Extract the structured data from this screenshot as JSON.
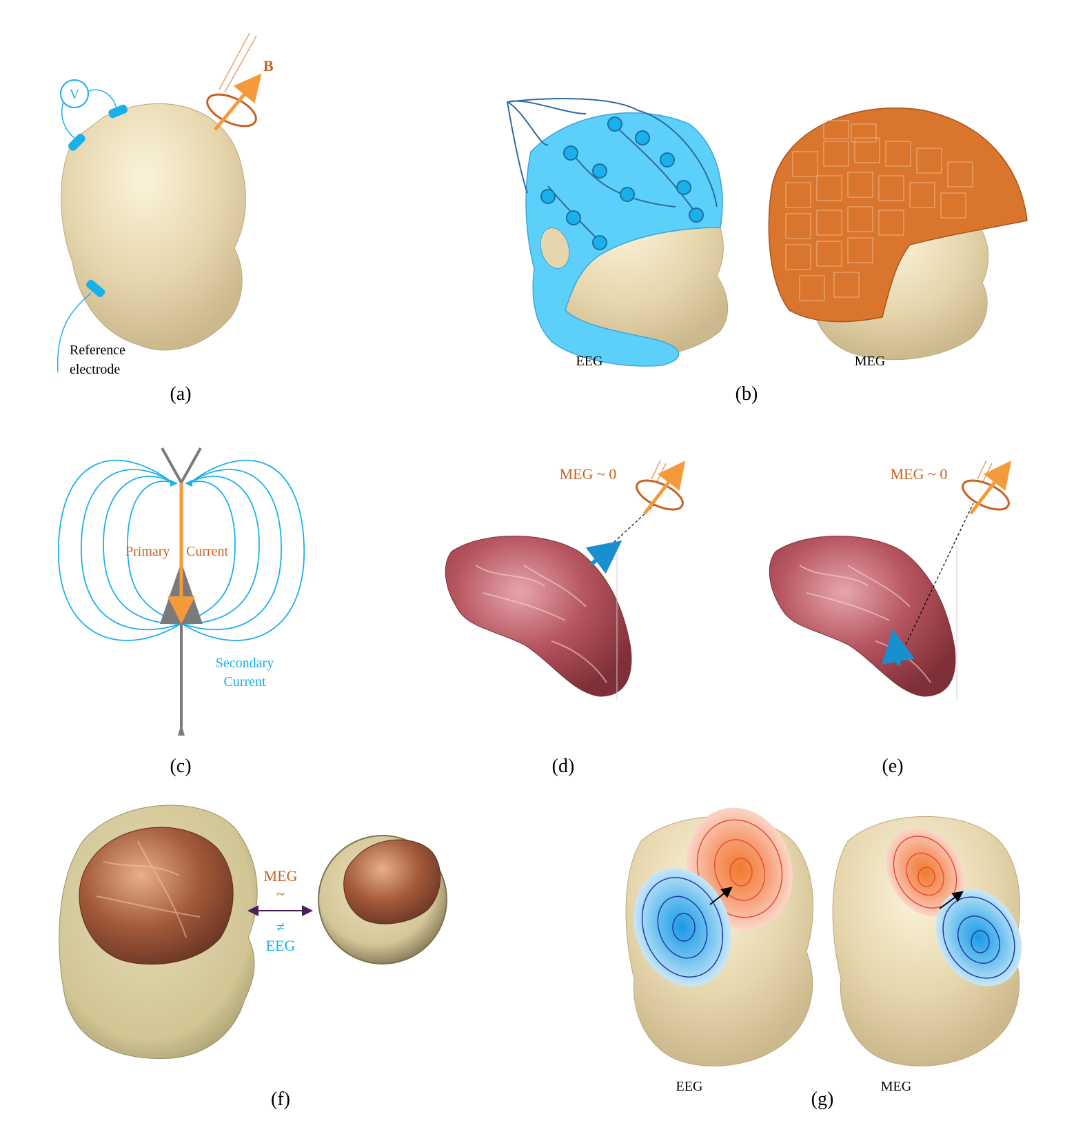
{
  "panels": {
    "a": {
      "caption": "(a)",
      "v_label": "V",
      "b_label": "B",
      "ref_line1": "Reference",
      "ref_line2": "electrode"
    },
    "b": {
      "caption": "(b)",
      "eeg": "EEG",
      "meg": "MEG"
    },
    "c": {
      "caption": "(c)",
      "primary_left": "Primary",
      "primary_right": "Current",
      "secondary_line1": "Secondary",
      "secondary_line2": "Current"
    },
    "d": {
      "caption": "(d)",
      "meg_label": "MEG ~ 0"
    },
    "e": {
      "caption": "(e)",
      "meg_label": "MEG ~ 0"
    },
    "f": {
      "caption": "(f)",
      "meg": "MEG",
      "tilde": "~",
      "neq": "≠",
      "eeg": "EEG"
    },
    "g": {
      "caption": "(g)",
      "eeg": "EEG",
      "meg": "MEG"
    }
  },
  "colors": {
    "skin": "#e8dab2",
    "eeg_blue": "#1ab0ea",
    "meg_orange": "#e07a22",
    "primary_current": "#f59a3a",
    "brain": "#b8545c",
    "neuron_gray": "#7a7a7a",
    "arrow_purple": "#4b1d5c"
  }
}
